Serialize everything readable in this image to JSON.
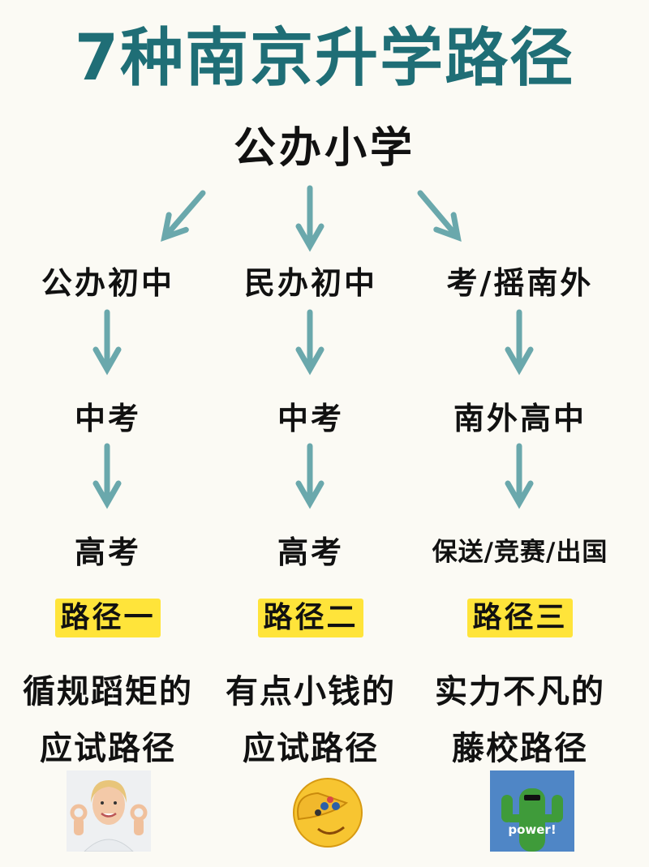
{
  "title": "7种南京升学路径",
  "root": "公办小学",
  "paths": [
    {
      "level1": "公办初中",
      "level2": "中考",
      "level3": "高考",
      "badge": "路径一",
      "desc_line1": "循规蹈矩的",
      "desc_line2": "应试路径",
      "image_icon": "ok-gesture-woman-icon"
    },
    {
      "level1": "民办初中",
      "level2": "中考",
      "level3": "高考",
      "badge": "路径二",
      "desc_line1": "有点小钱的",
      "desc_line2": "应试路径",
      "image_icon": "money-eyes-emoji-icon"
    },
    {
      "level1": "考/摇南外",
      "level2": "南外高中",
      "level3": "保送/竞赛/出国",
      "badge": "路径三",
      "desc_line1": "实力不凡的",
      "desc_line2": "藤校路径",
      "image_icon": "power-cactus-icon",
      "image_text": "power!"
    }
  ],
  "colors": {
    "title": "#1f6e76",
    "arrow": "#6aa8ac",
    "badge": "#ffe43a",
    "background": "#fbfaf4"
  }
}
